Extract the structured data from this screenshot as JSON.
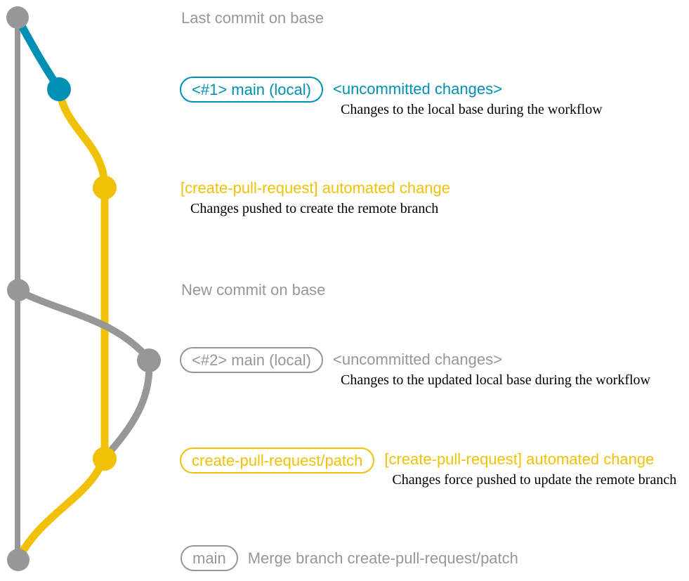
{
  "colors": {
    "gray": "#979797",
    "blue": "#008fb5",
    "yellow": "#f1c109",
    "dark": "#000000",
    "background": "#ffffff"
  },
  "rows": [
    {
      "message": "Last commit on base"
    },
    {
      "badge": "<#1> main (local)",
      "message": "<uncommitted changes>",
      "note": "Changes to the local base during the workflow"
    },
    {
      "message": "[create-pull-request] automated change",
      "note": "Changes pushed to create the remote branch"
    },
    {
      "message": "New commit on base"
    },
    {
      "badge": "<#2> main (local)",
      "message": "<uncommitted changes>",
      "note": "Changes to the updated local base during the workflow"
    },
    {
      "badge": "create-pull-request/patch",
      "message": "[create-pull-request] automated change",
      "note": "Changes force pushed to update the remote branch"
    },
    {
      "badge": "main",
      "message": "Merge branch create-pull-request/patch"
    }
  ],
  "graph": {
    "branches": [
      "base (gray)",
      "main local (blue)",
      "create-pull-request/patch (yellow)"
    ],
    "commit_count": 7
  }
}
